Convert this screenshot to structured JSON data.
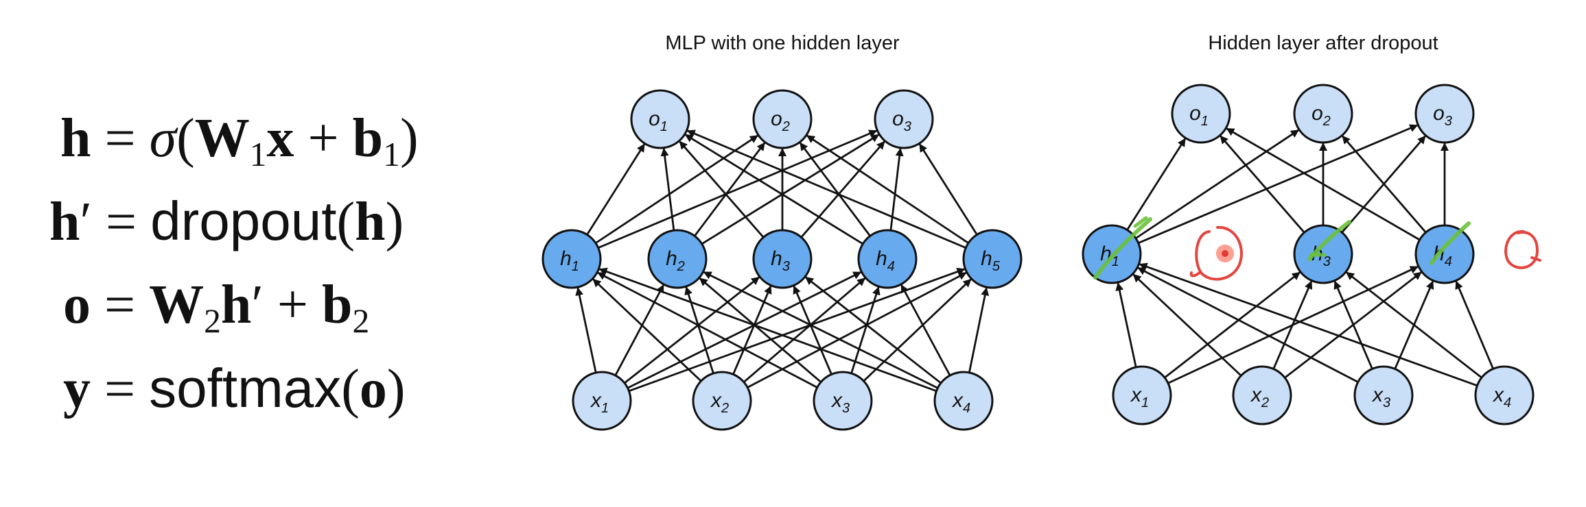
{
  "equations": {
    "h": {
      "lhs": "h",
      "eq": " = ",
      "sigma": "σ",
      "open": "(",
      "W": "W",
      "W_sub": "1",
      "x": "x",
      "plus": " + ",
      "b": "b",
      "b_sub": "1",
      "close": ")"
    },
    "h_prime": {
      "lhs": "h",
      "prime": "′",
      "eq": " = ",
      "fn": "dropout",
      "open": "(",
      "arg": "h",
      "close": ")"
    },
    "o": {
      "lhs": "o",
      "eq": " = ",
      "W": "W",
      "W_sub": "2",
      "h": "h",
      "prime": "′",
      "plus": " + ",
      "b": "b",
      "b_sub": "2"
    },
    "y": {
      "lhs": "y",
      "eq": " = ",
      "fn": "softmax",
      "open": "(",
      "arg": "o",
      "close": ")"
    }
  },
  "left_diagram": {
    "title": "MLP with one hidden layer",
    "outputs": [
      {
        "base": "o",
        "sub": "1"
      },
      {
        "base": "o",
        "sub": "2"
      },
      {
        "base": "o",
        "sub": "3"
      }
    ],
    "hidden": [
      {
        "base": "h",
        "sub": "1"
      },
      {
        "base": "h",
        "sub": "2"
      },
      {
        "base": "h",
        "sub": "3"
      },
      {
        "base": "h",
        "sub": "4"
      },
      {
        "base": "h",
        "sub": "5"
      }
    ],
    "inputs": [
      {
        "base": "x",
        "sub": "1"
      },
      {
        "base": "x",
        "sub": "2"
      },
      {
        "base": "x",
        "sub": "3"
      },
      {
        "base": "x",
        "sub": "4"
      }
    ]
  },
  "right_diagram": {
    "title": "Hidden layer after dropout",
    "outputs": [
      {
        "base": "o",
        "sub": "1"
      },
      {
        "base": "o",
        "sub": "2"
      },
      {
        "base": "o",
        "sub": "3"
      }
    ],
    "hidden": [
      {
        "base": "h",
        "sub": "1"
      },
      {
        "base": "h",
        "sub": "3"
      },
      {
        "base": "h",
        "sub": "4"
      }
    ],
    "inputs": [
      {
        "base": "x",
        "sub": "1"
      },
      {
        "base": "x",
        "sub": "2"
      },
      {
        "base": "x",
        "sub": "3"
      },
      {
        "base": "x",
        "sub": "4"
      }
    ]
  },
  "annotations": {
    "check_color": "#6ac13a",
    "circle_color": "#e0312a"
  },
  "colors": {
    "hidden_fill": "#68aaee",
    "io_fill": "#c9def7"
  }
}
